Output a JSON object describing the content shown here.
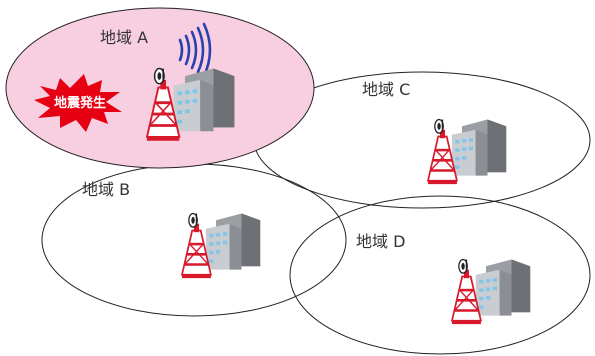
{
  "regions": {
    "a": {
      "label": "地域 A"
    },
    "b": {
      "label": "地域 B"
    },
    "c": {
      "label": "地域 C"
    },
    "d": {
      "label": "地域 D"
    }
  },
  "alert": {
    "label": "地震発生"
  },
  "colors": {
    "affected_fill": "#f8cfe0",
    "outline": "#222222",
    "burst": "#e60012",
    "tower_red": "#d7192b",
    "building_gray": "#8a8e93",
    "window_blue": "#7fc6ea"
  }
}
